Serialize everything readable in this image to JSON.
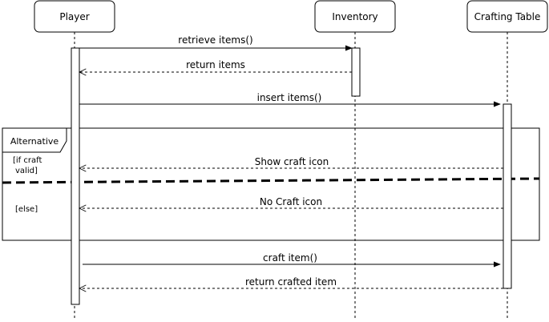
{
  "participants": [
    {
      "name": "Player"
    },
    {
      "name": "Inventory"
    },
    {
      "name": "Crafting Table"
    }
  ],
  "messages": [
    {
      "label": "retrieve items()",
      "from": "Player",
      "to": "Inventory",
      "style": "sync"
    },
    {
      "label": "return items",
      "from": "Inventory",
      "to": "Player",
      "style": "return"
    },
    {
      "label": "insert items()",
      "from": "Player",
      "to": "Crafting Table",
      "style": "sync"
    },
    {
      "label": "Show craft icon",
      "from": "Crafting Table",
      "to": "Player",
      "style": "return"
    },
    {
      "label": "No Craft icon",
      "from": "Crafting Table",
      "to": "Player",
      "style": "return"
    },
    {
      "label": "craft item()",
      "from": "Player",
      "to": "Crafting Table",
      "style": "sync"
    },
    {
      "label": "return crafted item",
      "from": "Crafting Table",
      "to": "Player",
      "style": "return"
    }
  ],
  "fragment": {
    "label": "Alternative",
    "guards": [
      "[if craft",
      "valid]",
      "[else]"
    ]
  },
  "colors": {
    "line": "#000000",
    "background": "#ffffff"
  }
}
